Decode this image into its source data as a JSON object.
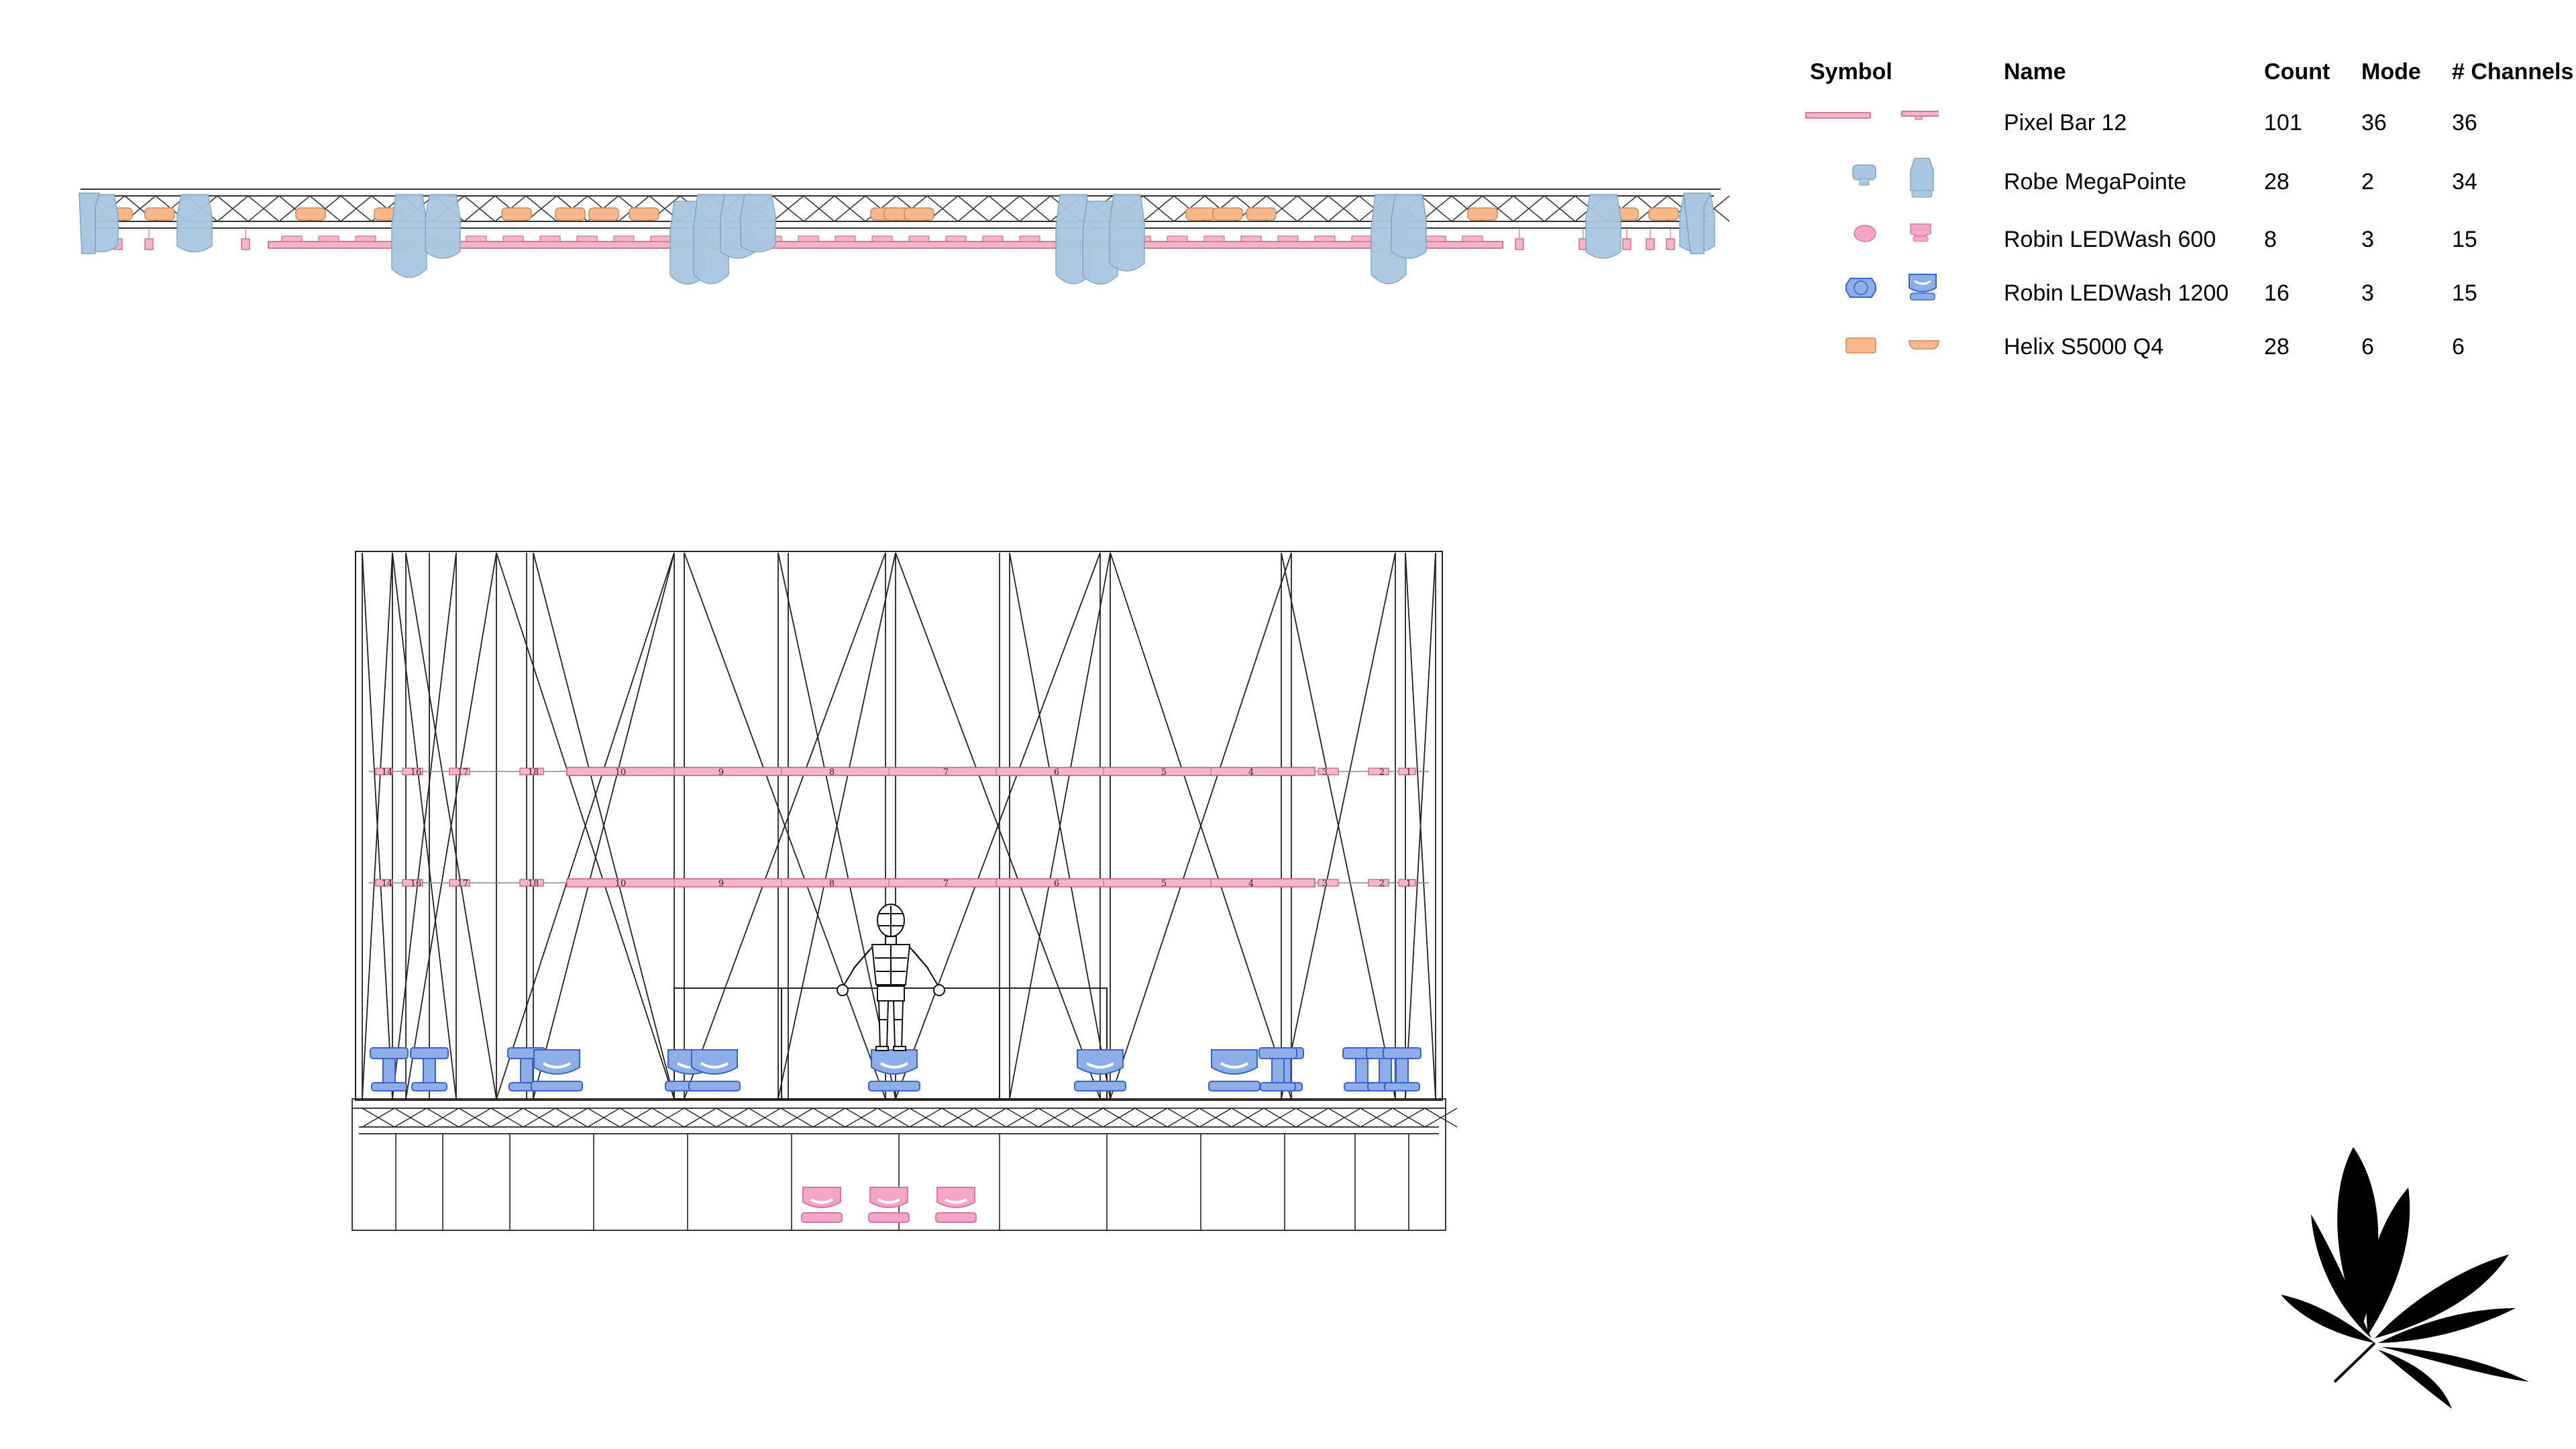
{
  "legend": {
    "headers": {
      "symbol": "Symbol",
      "name": "Name",
      "count": "Count",
      "mode": "Mode",
      "channels": "# Channels"
    },
    "rows": [
      {
        "name": "Pixel Bar 12",
        "count": "101",
        "mode": "36",
        "channels": "36",
        "color": "#f4b6c8"
      },
      {
        "name": "Robe MegaPointe",
        "count": "28",
        "mode": "2",
        "channels": "34",
        "color": "#a9c7e0"
      },
      {
        "name": "Robin LEDWash 600",
        "count": "8",
        "mode": "3",
        "channels": "15",
        "color": "#f4a6c8"
      },
      {
        "name": "Robin LEDWash 1200",
        "count": "16",
        "mode": "3",
        "channels": "15",
        "color": "#8eaee8"
      },
      {
        "name": "Helix S5000 Q4",
        "count": "28",
        "mode": "6",
        "channels": "6",
        "color": "#f7b98c"
      }
    ]
  },
  "pixel_bar_numbers": [
    "14",
    "16",
    "17",
    "18",
    "10",
    "9",
    "8",
    "7",
    "6",
    "5",
    "4",
    "3",
    "2",
    "1"
  ],
  "colors": {
    "pixel_bar": "#f4b6c8",
    "megapointe": "#a9c7e0",
    "ledwash600": "#f4a6c8",
    "ledwash1200": "#8eaee8",
    "helix": "#f7b98c",
    "truss": "#333333"
  },
  "icons": {
    "logo": "cannabis-leaf-icon",
    "performer": "mannequin-figure-icon"
  }
}
